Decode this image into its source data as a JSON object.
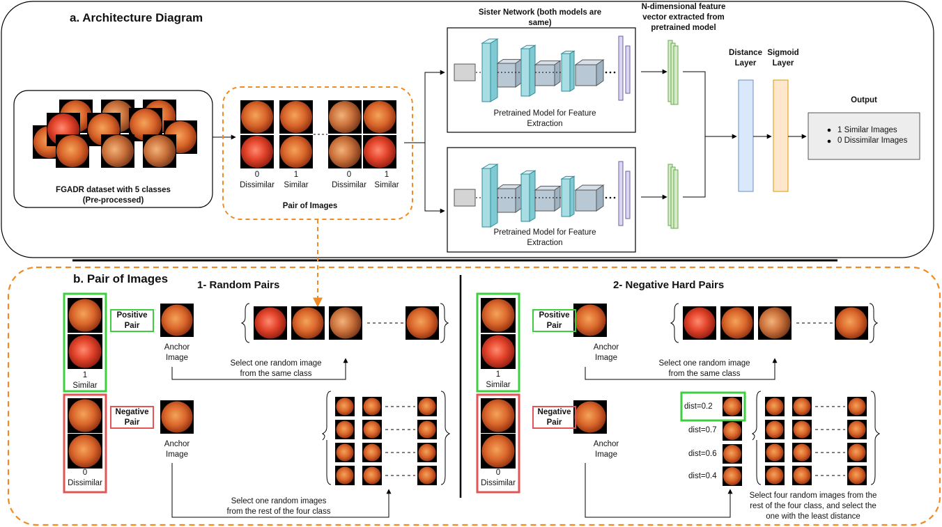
{
  "section_a": {
    "title": "a. Architecture Diagram",
    "dataset_caption": "FGADR dataset with 5 classes\n(Pre-processed)",
    "pair_caption": "Pair of Images",
    "pair_labels": [
      {
        "num": "0",
        "word": "Dissimilar"
      },
      {
        "num": "1",
        "word": "Similar"
      },
      {
        "num": "0",
        "word": "Dissimilar"
      },
      {
        "num": "1",
        "word": "Similar"
      }
    ],
    "sister_network_title": "Sister Network (both models are\nsame)",
    "pretrained_label": "Pretrained Model for Feature\nExtraction",
    "feature_vector_label": "N-dimensional feature\nvector extracted from\npretrained model",
    "distance_layer": "Distance\nLayer",
    "sigmoid_layer": "Sigmoid\nLayer",
    "output_title": "Output",
    "output_items": [
      "1 Similar Images",
      "0 Dissimilar Images"
    ]
  },
  "section_b": {
    "title": "b. Pair of Images",
    "random_title": "1- Random Pairs",
    "hard_title": "2- Negative Hard Pairs",
    "positive_pair": "Positive\nPair",
    "negative_pair": "Negative\nPair",
    "anchor_image": "Anchor\nImage",
    "similar_label": "1\nSimilar",
    "dissimilar_label": "0\nDissimilar",
    "select_same_class": "Select one random image\nfrom the same class",
    "select_rest_random": "Select one random images\nfrom the rest of the four class",
    "select_rest_hard": "Select four random images from the\nrest of the four class, and select the\none with the least distance",
    "distances": [
      "dist=0.2",
      "dist=0.7",
      "dist=0.6",
      "dist=0.4"
    ]
  },
  "colors": {
    "orange_dash": "#f08a24",
    "positive_green": "#3ecf3e",
    "negative_red": "#e05555",
    "conv_teal": "#a8dde3",
    "block_gray": "#b8c8d4",
    "vector_green": "#d5ecc8",
    "distance_blue": "#dae8fc",
    "sigmoid_orange": "#ffe6cc",
    "output_gray": "#ededed"
  }
}
